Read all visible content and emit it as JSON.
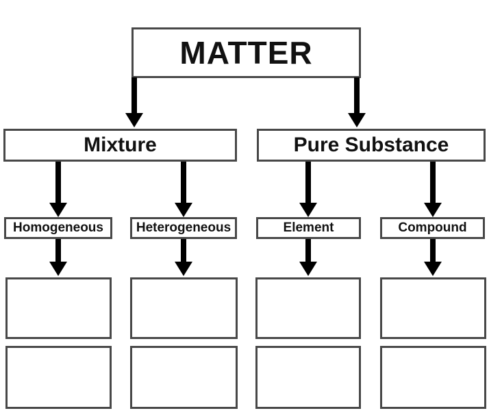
{
  "diagram": {
    "type": "tree",
    "title": "MATTER",
    "colors": {
      "border": "#484848",
      "arrow": "#000000",
      "text": "#111111",
      "box_fill": "#ffffff",
      "background": "#ffffff"
    },
    "nodes": {
      "matter": {
        "label": "MATTER",
        "children": [
          "mixture",
          "pure_substance"
        ]
      },
      "mixture": {
        "label": "Mixture",
        "children": [
          "homogeneous",
          "heterogeneous"
        ]
      },
      "pure_substance": {
        "label": "Pure Substance",
        "children": [
          "element",
          "compound"
        ]
      },
      "homogeneous": {
        "label": "Homogeneous",
        "empty_example_boxes": 2
      },
      "heterogeneous": {
        "label": "Heterogeneous",
        "empty_example_boxes": 2
      },
      "element": {
        "label": "Element",
        "empty_example_boxes": 2
      },
      "compound": {
        "label": "Compound",
        "empty_example_boxes": 2
      }
    },
    "answer_box_content": ""
  }
}
